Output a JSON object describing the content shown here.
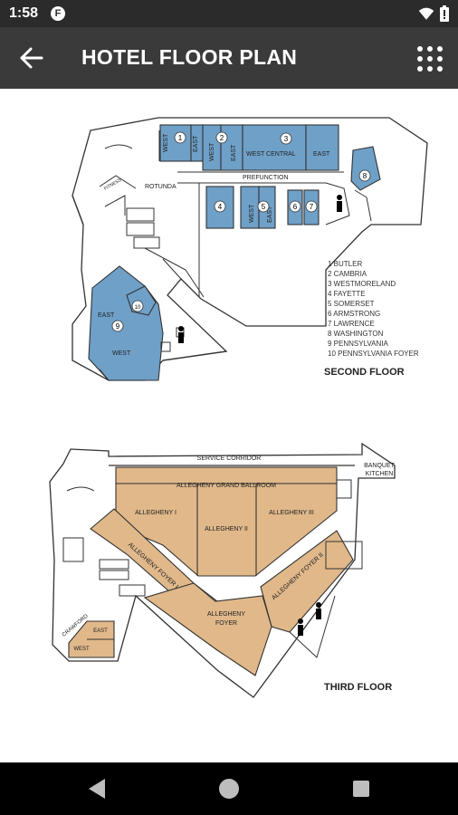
{
  "status": {
    "time": "1:58",
    "notification_glyph": "F",
    "icons": [
      "wifi-icon",
      "battery-icon"
    ]
  },
  "appbar": {
    "title": "HOTEL FLOOR PLAN",
    "back_icon": "arrow-left-icon",
    "menu_icon": "grid-icon"
  },
  "colors": {
    "statusbar": "#2b2b2b",
    "appbar": "#3a3a3a",
    "second_floor_rooms": "#6fa0c8",
    "third_floor_rooms": "#e0b88a",
    "walls": "#333333"
  },
  "second_floor": {
    "label": "SECOND FLOOR",
    "areas": {
      "rotunda": "ROTUNDA",
      "prefunction": "PREFUNCTION",
      "fitness": "FITNESS",
      "west": "WEST",
      "east": "EAST",
      "west_central": "WEST CENTRAL"
    },
    "room_numbers": [
      "1",
      "2",
      "3",
      "4",
      "5",
      "6",
      "7",
      "8",
      "9",
      "10"
    ],
    "legend": [
      "1  BUTLER",
      "2  CAMBRIA",
      "3  WESTMORELAND",
      "4  FAYETTE",
      "5  SOMERSET",
      "6  ARMSTRONG",
      "7  LAWRENCE",
      "8  WASHINGTON",
      "9  PENNSYLVANIA",
      "10  PENNSYLVANIA FOYER"
    ]
  },
  "third_floor": {
    "label": "THIRD FLOOR",
    "areas": {
      "service_corridor": "SERVICE CORRIDOR",
      "banquet_kitchen_1": "BANQUET",
      "banquet_kitchen_2": "KITCHEN",
      "grand_ballroom": "ALLEGHENY GRAND BALLROOM",
      "allegheny_1": "ALLEGHENY I",
      "allegheny_2": "ALLEGHENY II",
      "allegheny_3": "ALLEGHENY III",
      "foyer_1": "ALLEGHENY FOYER I",
      "foyer_2": "ALLEGHENY FOYER II",
      "foyer_line1": "ALLEGHENY",
      "foyer_line2": "FOYER",
      "crawford": "CRAWFORD",
      "east": "EAST",
      "west": "WEST"
    }
  },
  "nav": {
    "icons": [
      "back-triangle-icon",
      "home-circle-icon",
      "recents-square-icon"
    ]
  }
}
